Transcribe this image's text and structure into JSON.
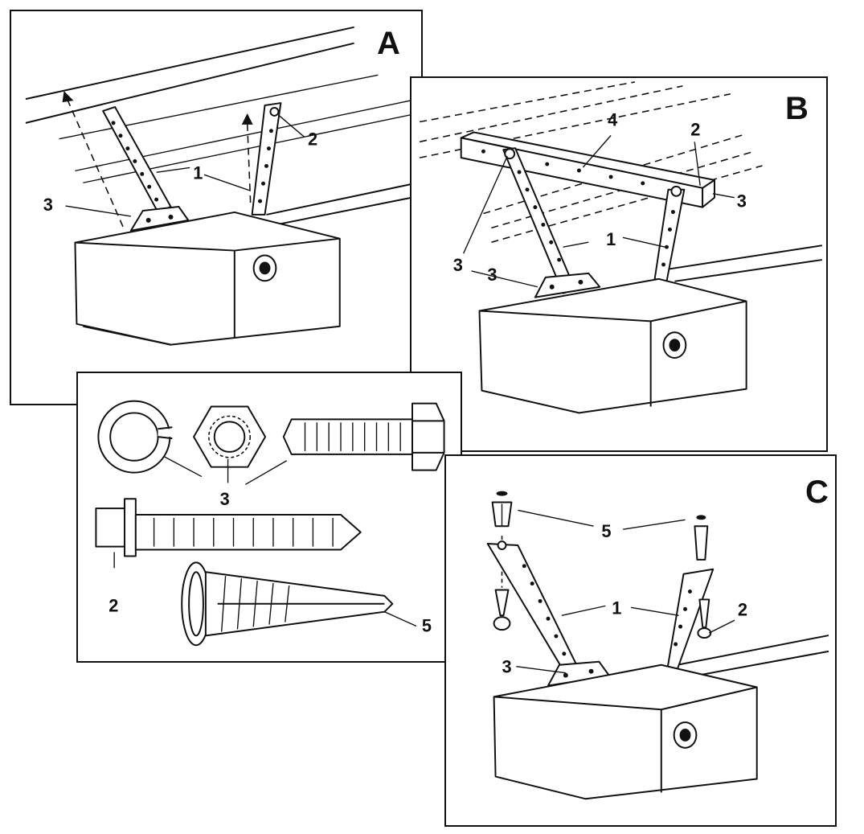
{
  "panels": {
    "a": {
      "title": "A",
      "labels": [
        "1",
        "2",
        "3"
      ]
    },
    "b": {
      "title": "B",
      "labels": [
        "1",
        "2",
        "3",
        "3",
        "3",
        "4"
      ]
    },
    "hardware": {
      "labels": [
        "2",
        "3",
        "5"
      ]
    },
    "c": {
      "title": "C",
      "labels": [
        "1",
        "2",
        "3",
        "5"
      ]
    }
  },
  "colors": {
    "ink": "#111111",
    "paper": "#ffffff"
  }
}
